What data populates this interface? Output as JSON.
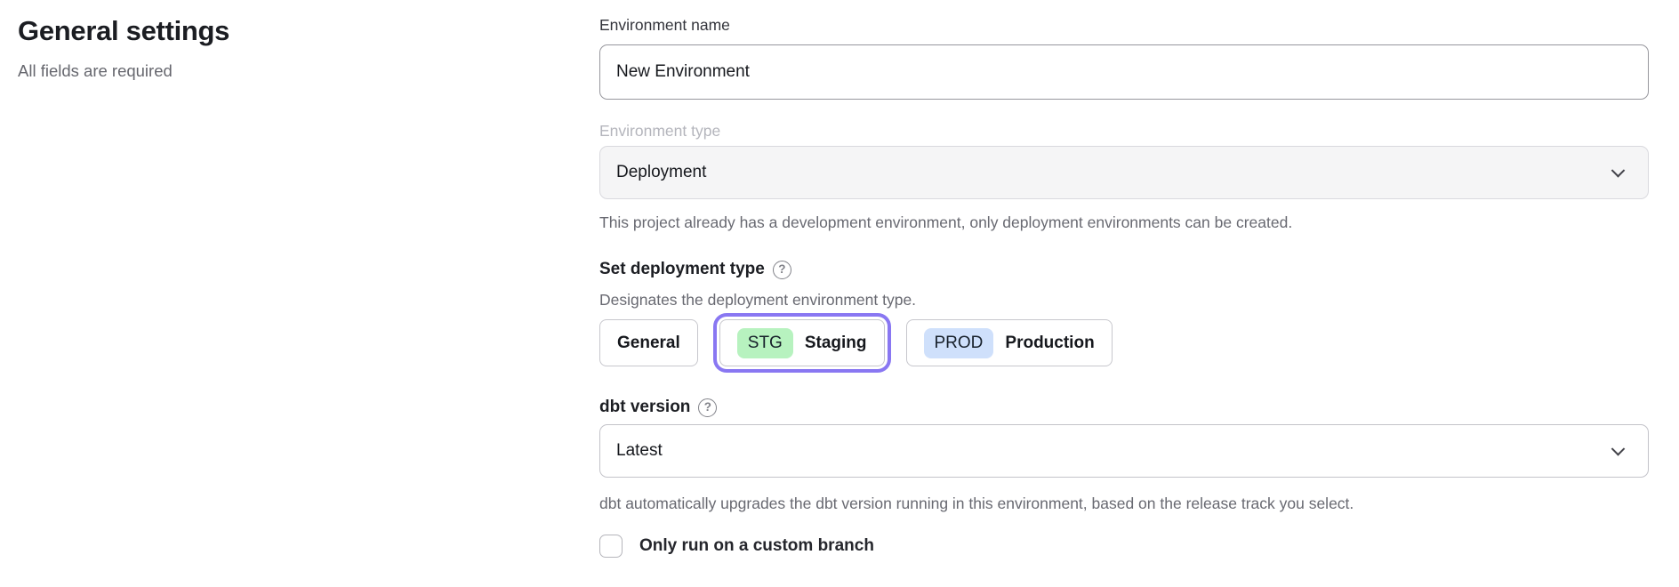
{
  "page": {
    "title": "General settings",
    "subtitle": "All fields are required"
  },
  "ui": {
    "help_glyph": "?"
  },
  "form": {
    "environment_name": {
      "label": "Environment name",
      "value": "New Environment"
    },
    "environment_type": {
      "label": "Environment type",
      "value": "Deployment",
      "disabled": true,
      "helper": "This project already has a development environment, only deployment environments can be created."
    },
    "deployment_type": {
      "label": "Set deployment type",
      "helper": "Designates the deployment environment type.",
      "options": [
        {
          "label": "General",
          "badge": "",
          "badge_color": "",
          "selected": false
        },
        {
          "label": "Staging",
          "badge": "STG",
          "badge_color": "#b7f2bf",
          "selected": true
        },
        {
          "label": "Production",
          "badge": "PROD",
          "badge_color": "#cfe0fb",
          "selected": false
        }
      ]
    },
    "dbt_version": {
      "label": "dbt version",
      "value": "Latest",
      "helper": "dbt automatically upgrades the dbt version running in this environment, based on the release track you select."
    },
    "custom_branch": {
      "label": "Only run on a custom branch",
      "checked": false
    }
  },
  "colors": {
    "selected_ring": "#8977f2",
    "staging_badge": "#b7f2bf",
    "production_badge": "#cfe0fb",
    "disabled_field_bg": "#f5f5f6"
  }
}
